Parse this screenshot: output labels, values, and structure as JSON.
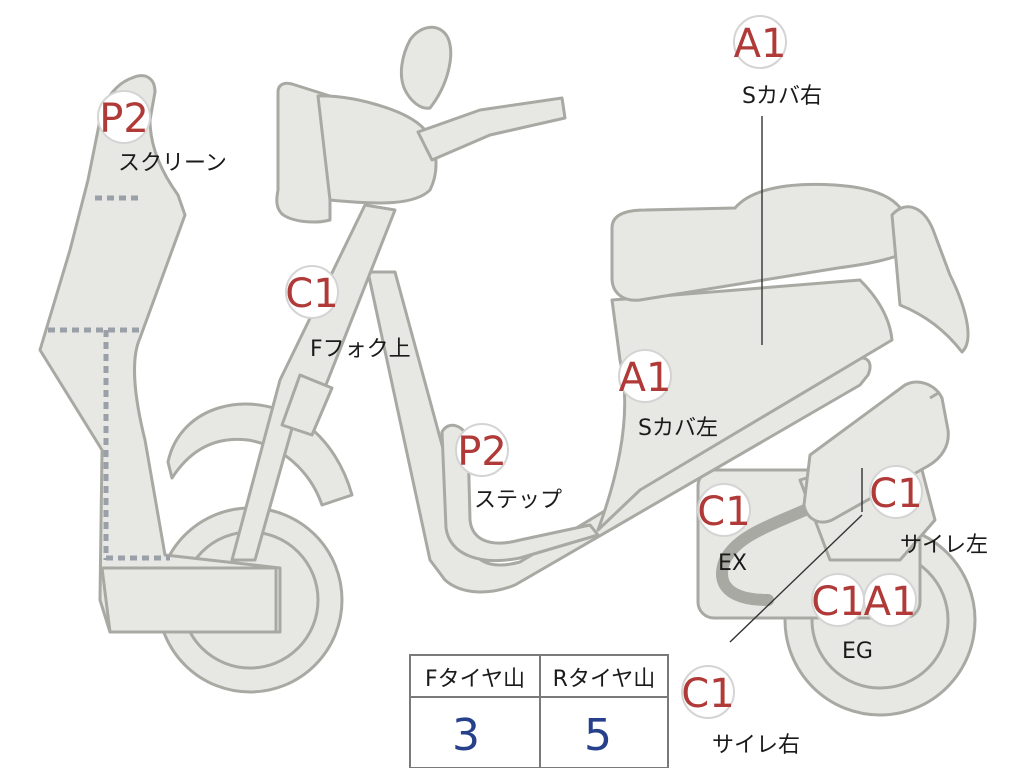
{
  "labels": {
    "screen": {
      "grade": "P2",
      "part": "スクリーン"
    },
    "fork_upper": {
      "grade": "C1",
      "part": "Fフォク上"
    },
    "step": {
      "grade": "P2",
      "part": "ステップ"
    },
    "cover_left": {
      "grade": "A1",
      "part": "Sカバ左"
    },
    "cover_right": {
      "grade": "A1",
      "part": "Sカバ右"
    },
    "exhaust": {
      "grade": "C1",
      "part": "EX"
    },
    "muffler_left": {
      "grade": "C1",
      "part": "サイレ左"
    },
    "engine": {
      "grades": [
        "C1",
        "A1"
      ],
      "part": "EG"
    },
    "muffler_right": {
      "grade": "C1",
      "part": "サイレ右"
    }
  },
  "tire_table": {
    "headers": [
      "Fタイヤ山",
      "Rタイヤ山"
    ],
    "values": [
      "3",
      "5"
    ]
  },
  "colors": {
    "grade_text": "#b03a37",
    "value_text": "#27408b",
    "body_fill": "#e7e7e3",
    "outline": "#a9a9a4"
  }
}
